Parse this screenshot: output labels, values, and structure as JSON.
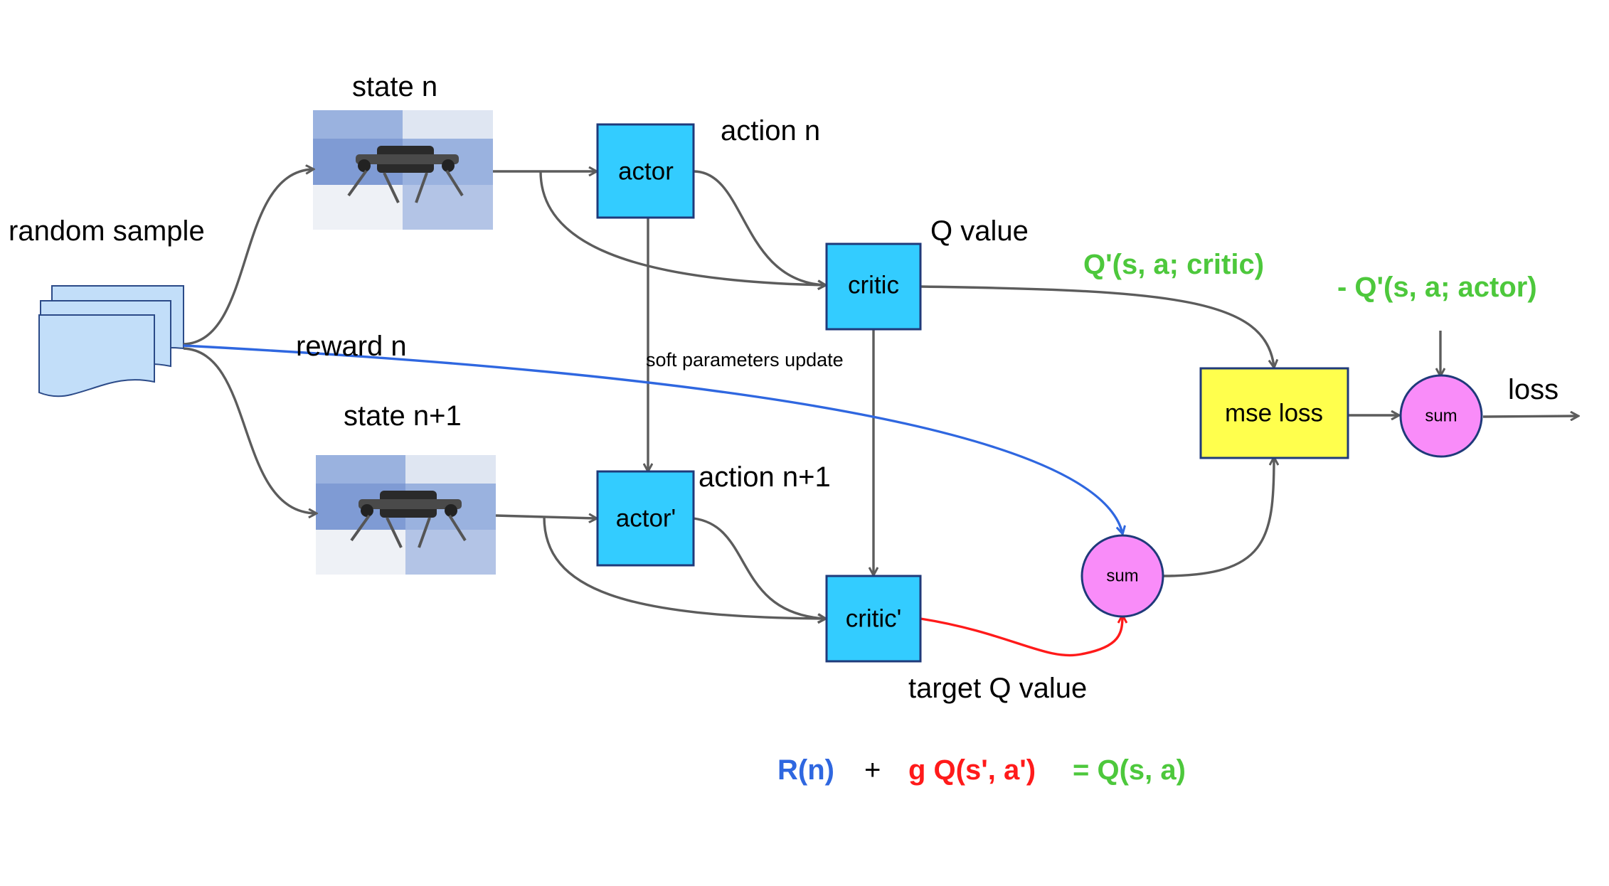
{
  "labels": {
    "random_sample": "random sample",
    "state_n": "state n",
    "state_n1": "state n+1",
    "action_n": "action n",
    "action_n1": "action n+1",
    "q_value": "Q value",
    "reward_n": "reward n",
    "soft_update": "soft parameters update",
    "target_q": "target Q value",
    "loss": "loss",
    "q_critic": "Q'(s, a; critic)",
    "q_actor": "- Q'(s, a; actor)"
  },
  "nodes": {
    "actor": "actor",
    "actor_target": "actor'",
    "critic": "critic",
    "critic_target": "critic'",
    "mse_loss": "mse loss",
    "sum_reward": "sum",
    "sum_loss": "sum"
  },
  "equation": {
    "r": "R(n)",
    "plus": "+",
    "gq": "g Q(s', a')",
    "eq": "= Q(s, a)"
  },
  "colors": {
    "box_blue": "#33ccff",
    "box_yellow": "#ffff4d",
    "sum_pink": "#f98cf9",
    "edge_gray": "#5c5c5c",
    "reward_blue": "#2f67e0",
    "target_red": "#ff1a1a",
    "formula_green": "#4dc83c"
  }
}
